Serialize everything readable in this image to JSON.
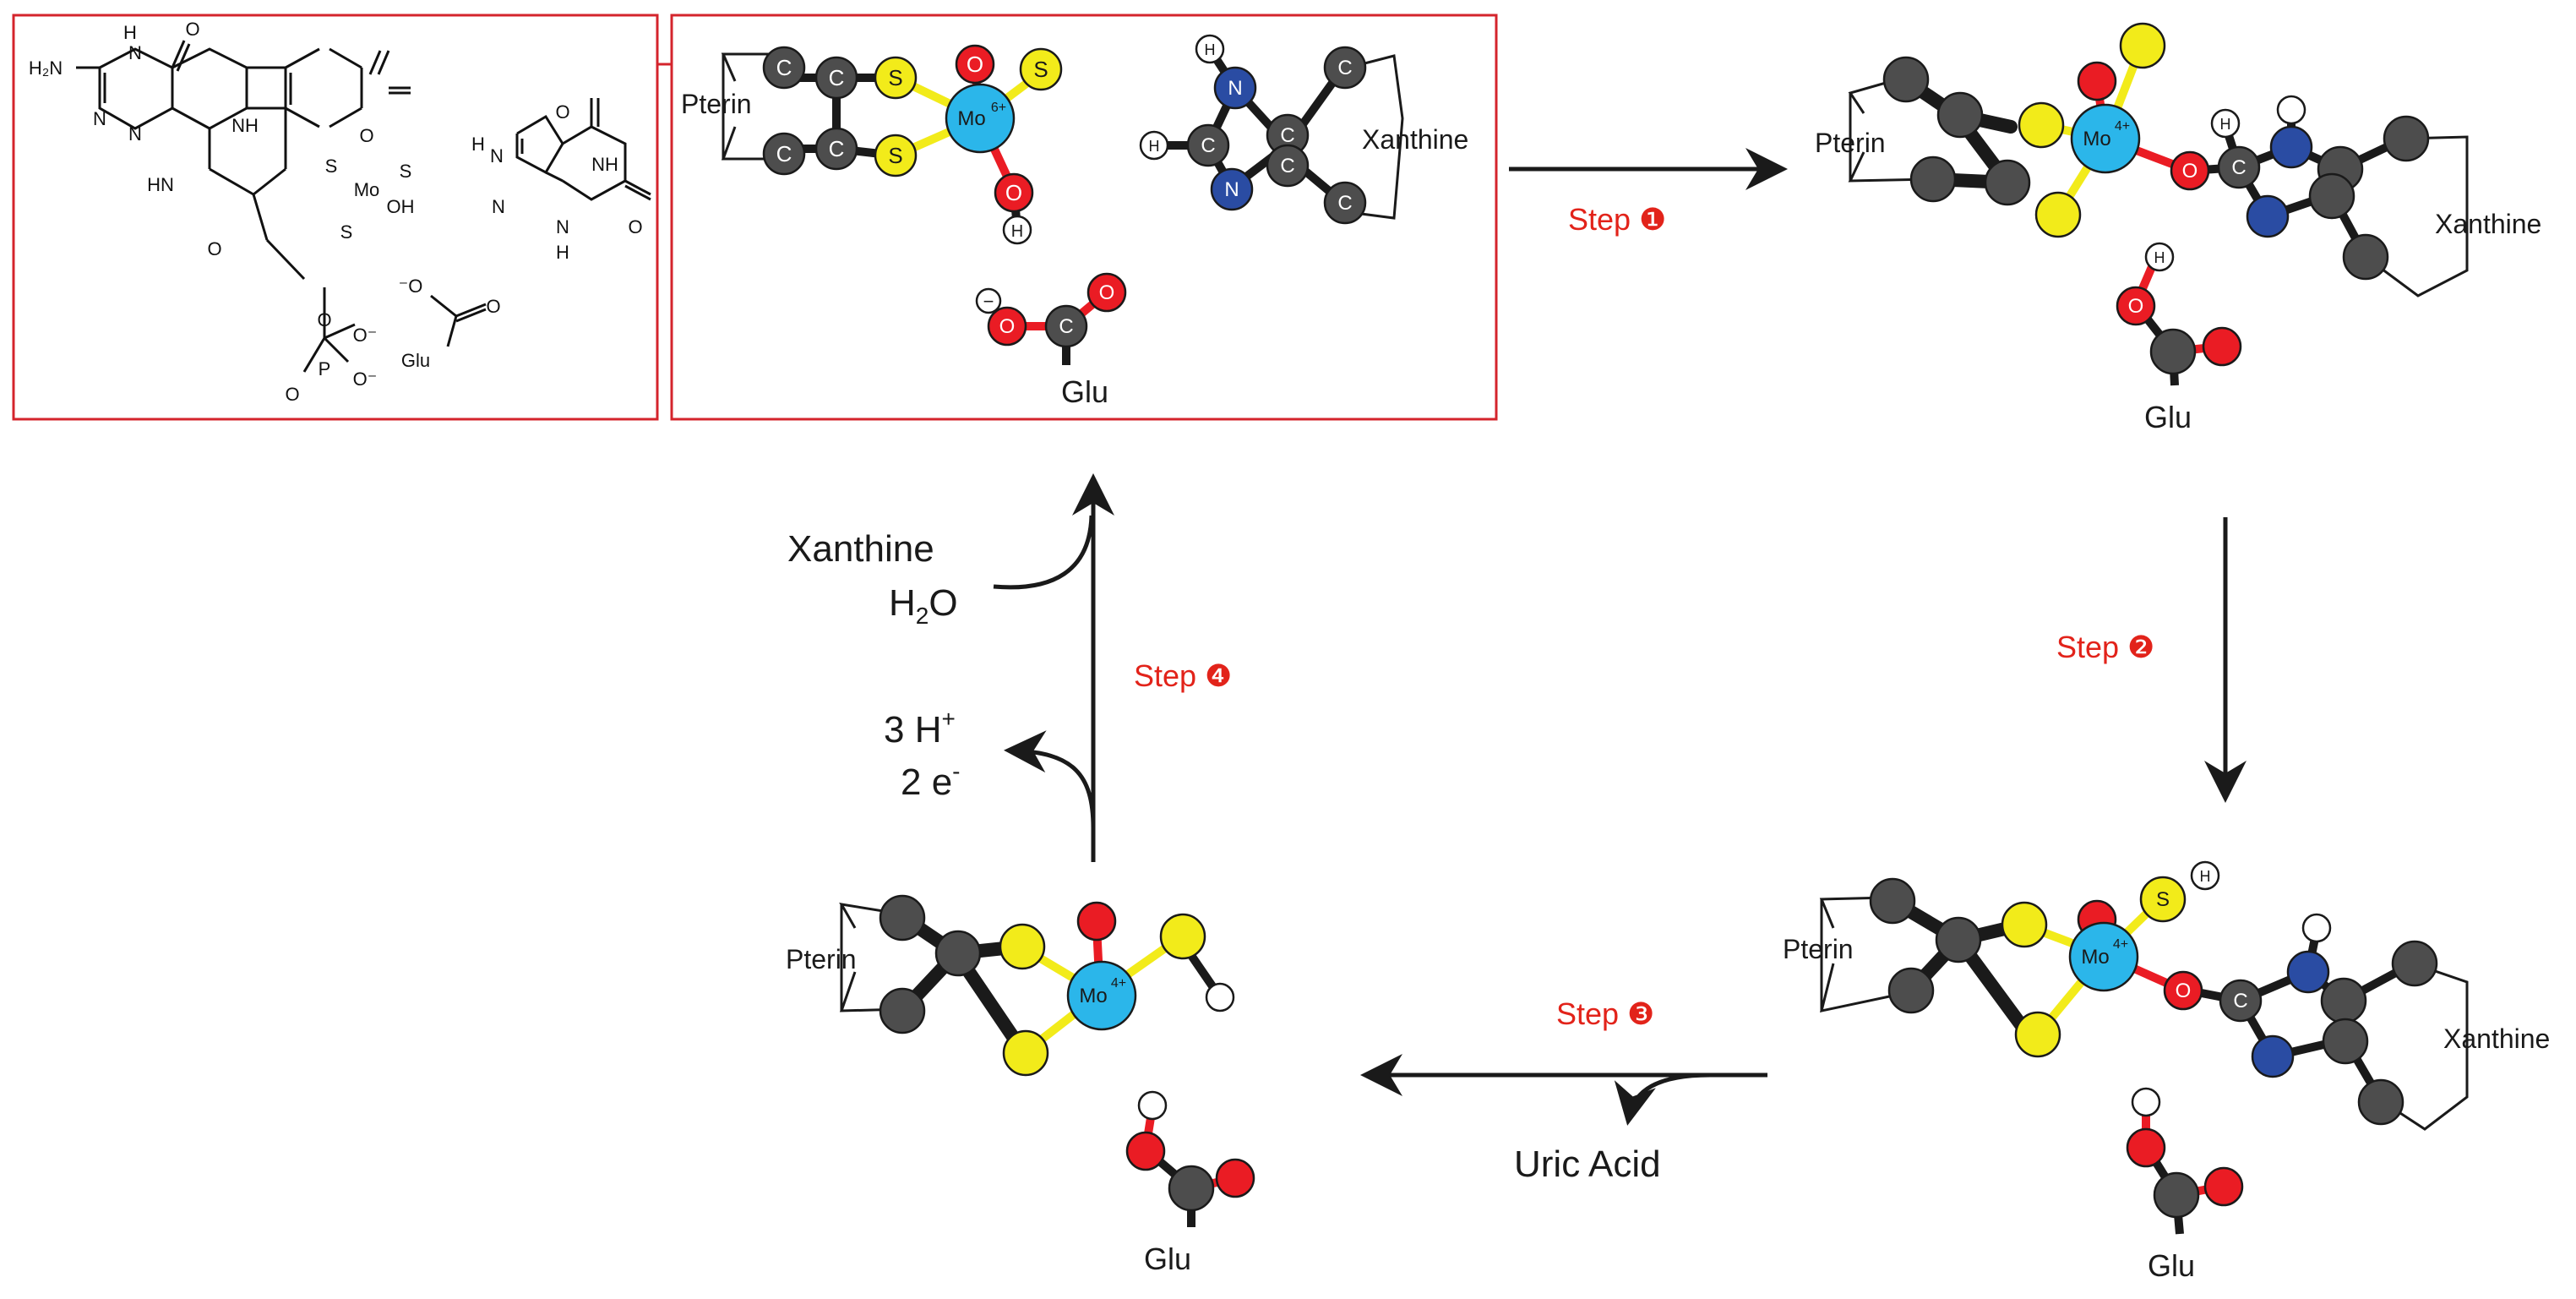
{
  "colors": {
    "carbon": "#4d4d4d",
    "sulfur": "#f2eb1a",
    "oxygen": "#ea1c24",
    "nitrogen": "#2a4ca3",
    "molybdenum": "#2bb6ea",
    "hydrogen": "#ffffff",
    "step_label": "#e2231a",
    "frame": "#d4242c",
    "bond": "#1a1a1a"
  },
  "panel_a": {
    "structure_labels": {
      "nh_top": "H",
      "n_top": "N",
      "o_top": "O",
      "h2n": "H₂N",
      "n_left": "N",
      "n_mid": "N",
      "nh_ring": "NH",
      "hn_ring": "HN",
      "o_ring": "O",
      "s_top": "S",
      "s_bottom": "S",
      "mo": "Mo",
      "oxo": "O",
      "thio": "S",
      "hydroxo": "OH",
      "o_ester": "O",
      "phosphorus": "P",
      "o_p1": "O",
      "o_p2": "O⁻",
      "o_p3": "O⁻",
      "glu_o_minus": "⁻O",
      "glu_o": "O",
      "glu": "Glu",
      "x_nh_top": "H",
      "x_n1": "N",
      "x_n2": "N",
      "x_o_top": "O",
      "x_nh": "NH",
      "x_n_bottom": "N",
      "x_h_bottom": "H",
      "x_o_right": "O"
    }
  },
  "panel_b": {
    "pterin": "Pterin",
    "xanthine": "Xanthine",
    "glu": "Glu",
    "atoms": {
      "c": "C",
      "s": "S",
      "o": "O",
      "h": "H",
      "n": "N",
      "mo": "Mo",
      "mo_charge": "6+",
      "minus": "−"
    }
  },
  "state_2": {
    "pterin": "Pterin",
    "xanthine": "Xanthine",
    "glu": "Glu",
    "atoms": {
      "mo": "Mo",
      "mo_charge": "4+",
      "o": "O",
      "c": "C",
      "h": "H"
    }
  },
  "state_3": {
    "pterin": "Pterin",
    "xanthine": "Xanthine",
    "glu": "Glu",
    "atoms": {
      "mo": "Mo",
      "mo_charge": "4+",
      "o": "O",
      "c": "C",
      "s": "S",
      "h": "H"
    }
  },
  "state_4": {
    "pterin": "Pterin",
    "glu": "Glu",
    "atoms": {
      "mo": "Mo",
      "mo_charge": "4+"
    }
  },
  "steps": {
    "step1": "Step ❶",
    "step2": "Step ❷",
    "step3": "Step ❸",
    "step4": "Step ❹"
  },
  "side_species": {
    "uric_acid": "Uric Acid",
    "xanthine_in": "Xanthine",
    "water": "H",
    "water_sub": "2",
    "water_o": "O",
    "protons": "3 H",
    "protons_sup": "+",
    "electrons": "2 e",
    "electrons_sup": "-"
  }
}
